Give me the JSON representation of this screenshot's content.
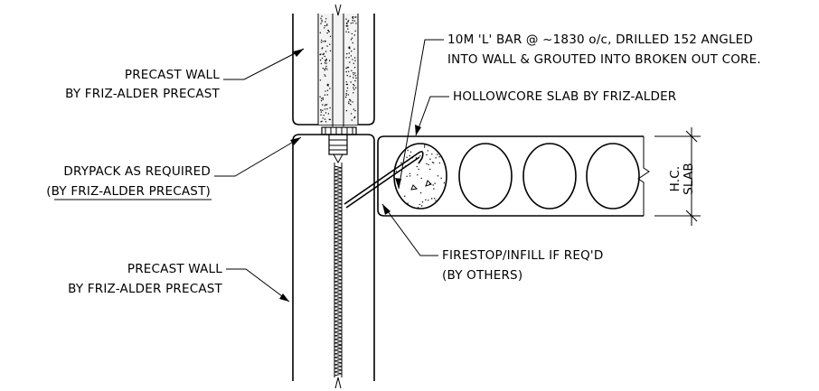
{
  "notes": {
    "upper_wall": [
      "PRECAST WALL",
      "BY FRIZ-ALDER PRECAST"
    ],
    "drypack": [
      "DRYPACK AS REQUIRED",
      "(BY FRIZ-ALDER PRECAST)"
    ],
    "lower_wall": [
      "PRECAST WALL",
      "BY FRIZ-ALDER PRECAST"
    ],
    "bar": [
      "10M 'L' BAR @ ~1830 o/c, DRILLED 152 ANGLED",
      "INTO WALL & GROUTED INTO BROKEN OUT CORE."
    ],
    "slab": [
      "HOLLOWCORE SLAB BY FRIZ-ALDER"
    ],
    "firestop": [
      "FIRESTOP/INFILL IF REQ'D",
      "(BY OTHERS)"
    ]
  },
  "dimension": {
    "label_line1": "H.C.",
    "label_line2": "SLAB"
  }
}
